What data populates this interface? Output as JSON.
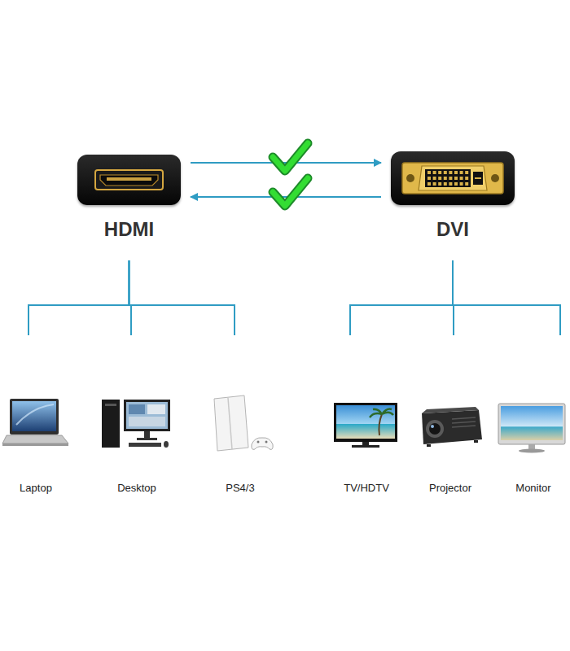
{
  "diagram": {
    "nodes": [
      {
        "text": [
          "HDMI"
        ]
      },
      {
        "text": [
          "DVI"
        ]
      },
      {
        "text": [
          "Laptop"
        ]
      },
      {
        "text": [
          "Desktop"
        ]
      },
      {
        "text": [
          "PS4/3"
        ]
      },
      {
        "text": [
          "TV/HDTV"
        ]
      },
      {
        "text": [
          "Projector"
        ]
      },
      {
        "text": [
          "Monitor"
        ]
      }
    ],
    "edges": [
      {
        "from": 0,
        "to": 1,
        "arrow": "to"
      },
      {
        "from": 1,
        "to": 0,
        "arrow": "to"
      },
      {
        "from": 0,
        "to": 2,
        "arrow": "none"
      },
      {
        "from": 0,
        "to": 3,
        "arrow": "none"
      },
      {
        "from": 0,
        "to": 4,
        "arrow": "none"
      },
      {
        "from": 1,
        "to": 5,
        "arrow": "none"
      },
      {
        "from": 1,
        "to": 6,
        "arrow": "none"
      },
      {
        "from": 1,
        "to": 7,
        "arrow": "none"
      }
    ]
  }
}
